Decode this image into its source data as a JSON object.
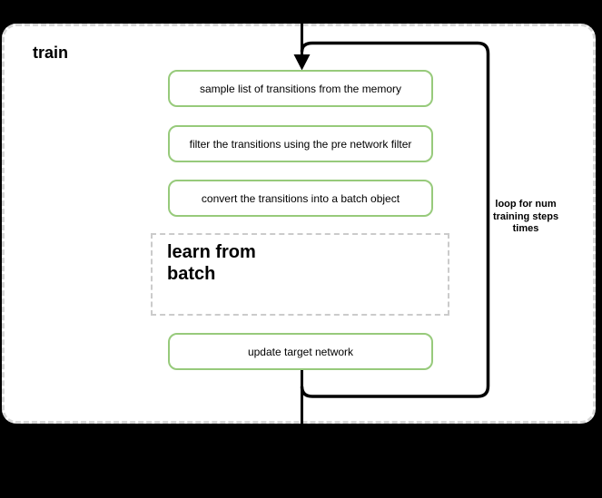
{
  "frame": {
    "title": "train"
  },
  "steps": [
    {
      "label": "sample list of transitions from the memory"
    },
    {
      "label": "filter the transitions using the pre network filter"
    },
    {
      "label": "convert the transitions into a batch object"
    }
  ],
  "group": {
    "lines": [
      "learn from",
      "batch"
    ]
  },
  "final_step": {
    "label": "update target network"
  },
  "loop_annotation": {
    "lines": [
      "loop for num",
      "training steps",
      "times"
    ]
  },
  "colors": {
    "node_border_green": "#97ca7b",
    "frame_dash_gray": "#d8d8d8",
    "group_dash_gray": "#cbcbcb",
    "connector_black": "#000000",
    "background_black": "#000000",
    "fill_white": "#ffffff"
  }
}
